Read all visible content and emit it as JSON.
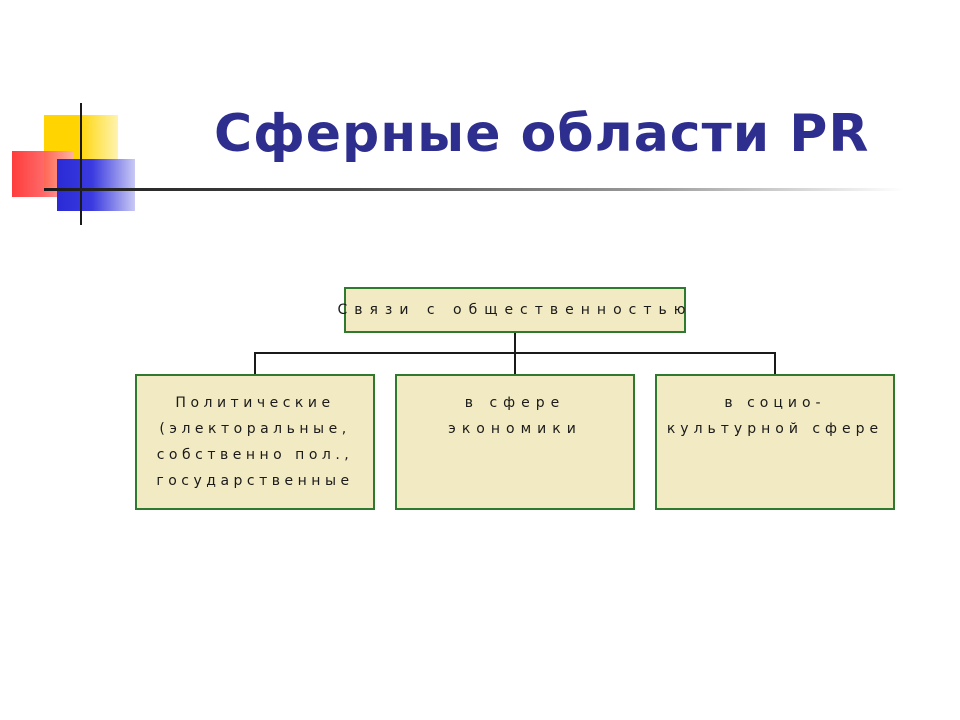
{
  "slide": {
    "title": "Сферные области PR"
  },
  "diagram": {
    "root": "Связи с общественностью",
    "children": [
      {
        "lines": [
          "Политические",
          "(электоральные,",
          "собственно пол.,",
          "государственные"
        ]
      },
      {
        "lines": [
          "в сфере",
          "экономики"
        ]
      },
      {
        "lines": [
          "в социо-",
          "культурной сфере"
        ]
      }
    ]
  },
  "colors": {
    "title": "#2e2e8f",
    "box_fill": "#f2eac2",
    "box_border": "#2f7a2f",
    "connector": "#1a1a1a"
  }
}
